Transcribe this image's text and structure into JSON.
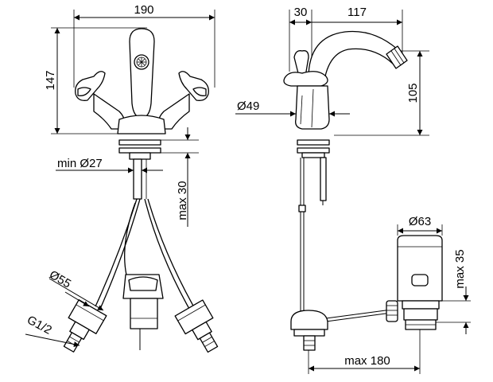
{
  "colors": {
    "line": "#000000",
    "background": "#ffffff"
  },
  "dimensions": {
    "front_width": "190",
    "front_height": "147",
    "min_hole_diameter": "min Ø27",
    "max_deck_thickness": "max 30",
    "hose_nut_diameter": "Ø55",
    "hose_thread": "G1/2",
    "side_base_offset": "30",
    "spout_reach": "117",
    "spout_height": "105",
    "body_diameter": "Ø49",
    "waste_diameter": "Ø63",
    "waste_max_height": "max 35",
    "rod_max_length": "max 180"
  }
}
